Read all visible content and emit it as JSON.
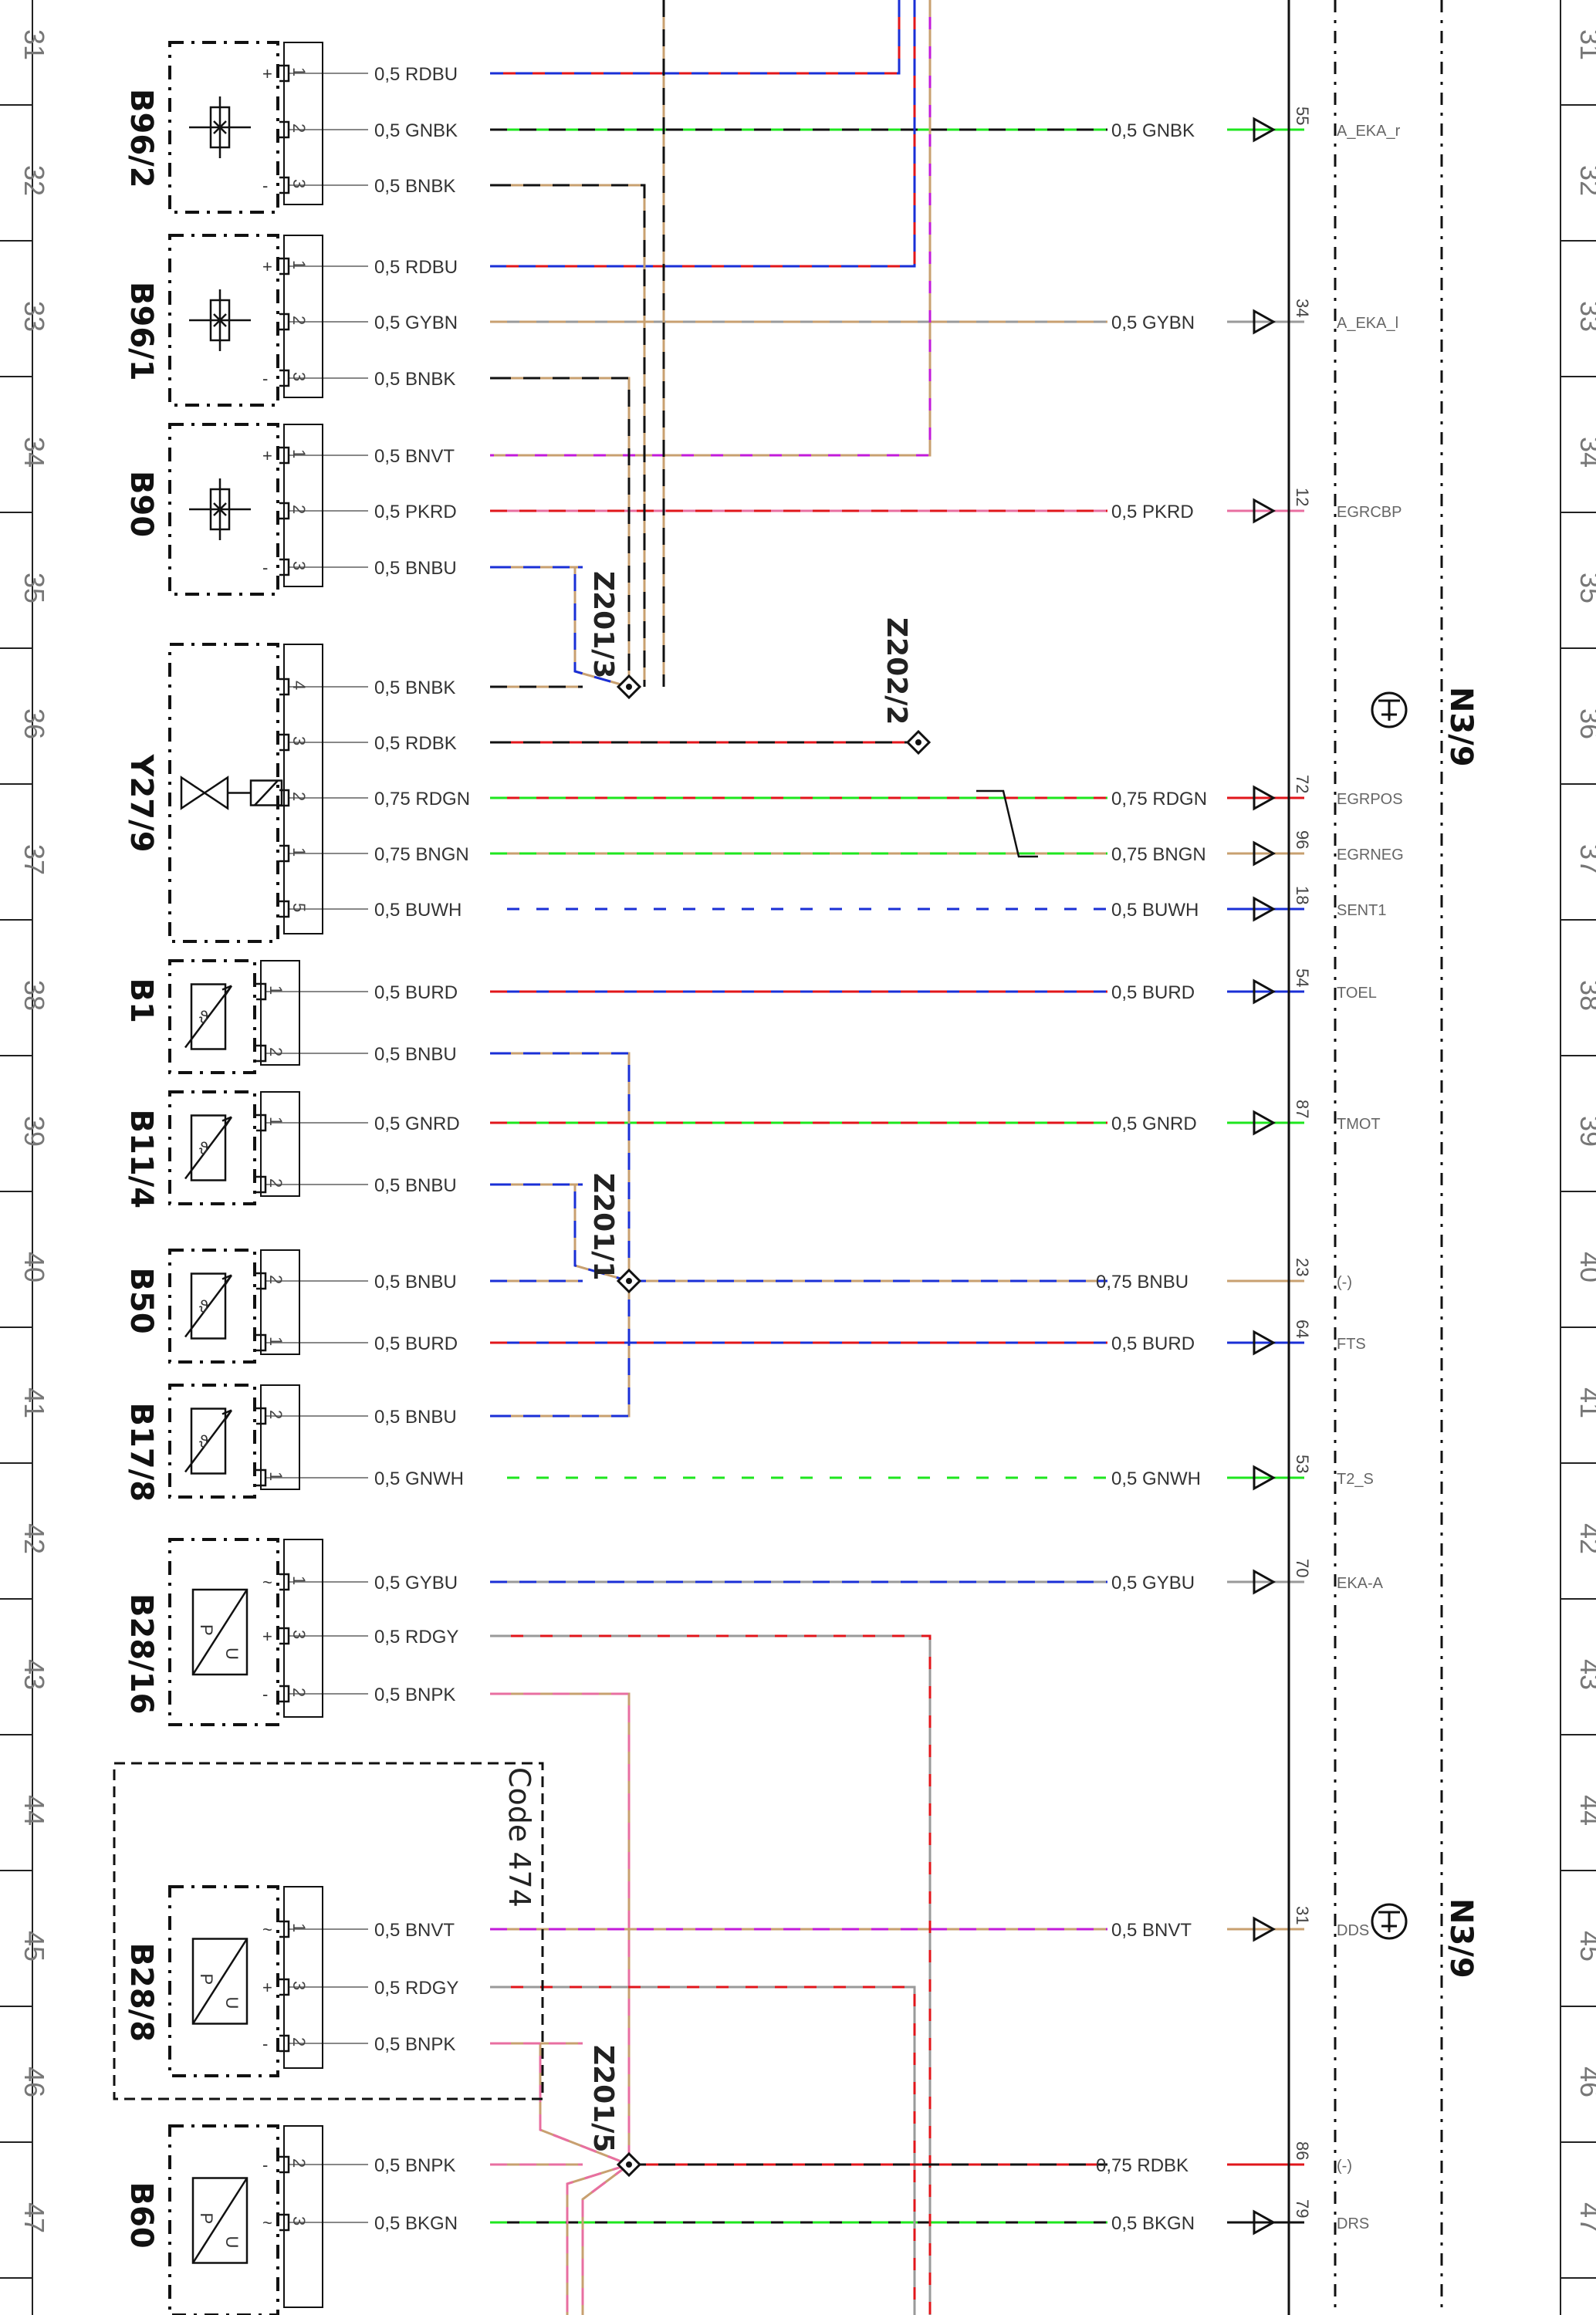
{
  "sheet_refs": [
    "31",
    "32",
    "33",
    "34",
    "35",
    "36",
    "37",
    "38",
    "39",
    "40",
    "41",
    "42",
    "43",
    "44",
    "45",
    "46",
    "47"
  ],
  "module": {
    "name": "N3/9"
  },
  "option_box": {
    "label": "Code 474"
  },
  "colors": {
    "BN": "#c8a070",
    "RD": "#e0161b",
    "BU": "#1a2fd6",
    "GN": "#1ee61e",
    "BK": "#111111",
    "GY": "#9a9a9a",
    "VT": "#c21bd9",
    "PK": "#e86fa0",
    "WH": "#ffffff"
  },
  "components": [
    {
      "id": "B96/2",
      "pins": [
        "1",
        "2",
        "3"
      ],
      "signs": [
        "+",
        "",
        "-"
      ],
      "wires": [
        {
          "label": "0,5 RDBU"
        },
        {
          "label": "0,5 GNBK",
          "dest_pin": "55",
          "dest_sig": "A_EKA_r"
        },
        {
          "label": "0,5 BNBK"
        }
      ]
    },
    {
      "id": "B96/1",
      "pins": [
        "1",
        "2",
        "3"
      ],
      "signs": [
        "+",
        "",
        "-"
      ],
      "wires": [
        {
          "label": "0,5 RDBU"
        },
        {
          "label": "0,5 GYBN",
          "dest_pin": "34",
          "dest_sig": "A_EKA_l"
        },
        {
          "label": "0,5 BNBK"
        }
      ]
    },
    {
      "id": "B90",
      "pins": [
        "1",
        "2",
        "3"
      ],
      "signs": [
        "+",
        "",
        "-"
      ],
      "wires": [
        {
          "label": "0,5 BNVT"
        },
        {
          "label": "0,5 PKRD",
          "dest_pin": "12",
          "dest_sig": "EGRCBP"
        },
        {
          "label": "0,5 BNBU"
        }
      ]
    },
    {
      "id": "Y27/9",
      "pins": [
        "4",
        "3",
        "2",
        "1",
        "5"
      ],
      "wires": [
        {
          "label": "0,5 BNBK"
        },
        {
          "label": "0,5 RDBK"
        },
        {
          "label": "0,75 RDGN",
          "dest_pin": "72",
          "dest_sig": "EGRPOS"
        },
        {
          "label": "0,75 BNGN",
          "dest_pin": "96",
          "dest_sig": "EGRNEG"
        },
        {
          "label": "0,5 BUWH",
          "dest_pin": "18",
          "dest_sig": "SENT1"
        }
      ]
    },
    {
      "id": "B1",
      "pins": [
        "1",
        "2"
      ],
      "wires": [
        {
          "label": "0,5 BURD",
          "dest_pin": "54",
          "dest_sig": "TOEL"
        },
        {
          "label": "0,5 BNBU"
        }
      ]
    },
    {
      "id": "B11/4",
      "pins": [
        "1",
        "2"
      ],
      "wires": [
        {
          "label": "0,5 GNRD",
          "dest_pin": "87",
          "dest_sig": "TMOT"
        },
        {
          "label": "0,5 BNBU"
        }
      ]
    },
    {
      "id": "B50",
      "pins": [
        "2",
        "1"
      ],
      "wires": [
        {
          "label": "0,5 BNBU"
        },
        {
          "label": "0,5 BURD",
          "dest_pin": "64",
          "dest_sig": "FTS"
        }
      ]
    },
    {
      "id": "B17/8",
      "pins": [
        "2",
        "1"
      ],
      "wires": [
        {
          "label": "0,5 BNBU"
        },
        {
          "label": "0,5 GNWH",
          "dest_pin": "53",
          "dest_sig": "T2_S"
        }
      ]
    },
    {
      "id": "B28/16",
      "pins": [
        "1",
        "3",
        "2"
      ],
      "signs": [
        "~",
        "+",
        "-"
      ],
      "wires": [
        {
          "label": "0,5 GYBU",
          "dest_pin": "70",
          "dest_sig": "EKA-A"
        },
        {
          "label": "0,5 RDGY"
        },
        {
          "label": "0,5 BNPK"
        }
      ]
    },
    {
      "id": "B28/8",
      "pins": [
        "1",
        "3",
        "2"
      ],
      "signs": [
        "~",
        "+",
        "-"
      ],
      "wires": [
        {
          "label": "0,5 BNVT",
          "dest_pin": "31",
          "dest_sig": "DDS"
        },
        {
          "label": "0,5 RDGY"
        },
        {
          "label": "0,5 BNPK"
        }
      ]
    },
    {
      "id": "B60",
      "pins": [
        "2",
        "3"
      ],
      "signs": [
        "-",
        "~"
      ],
      "wires": [
        {
          "label": "0,5 BNPK"
        },
        {
          "label": "0,5 BKGN",
          "dest_pin": "79",
          "dest_sig": "DRS"
        }
      ]
    }
  ],
  "junctions": [
    {
      "id": "Z201/3"
    },
    {
      "id": "Z202/2"
    },
    {
      "id": "Z201/1"
    },
    {
      "id": "Z201/5"
    }
  ],
  "module_wires": [
    {
      "label": "0,75 BNBU",
      "dest_pin": "23",
      "dest_sig": "(-)"
    },
    {
      "label": "0,75 RDBK",
      "dest_pin": "86",
      "dest_sig": "(-)"
    }
  ]
}
